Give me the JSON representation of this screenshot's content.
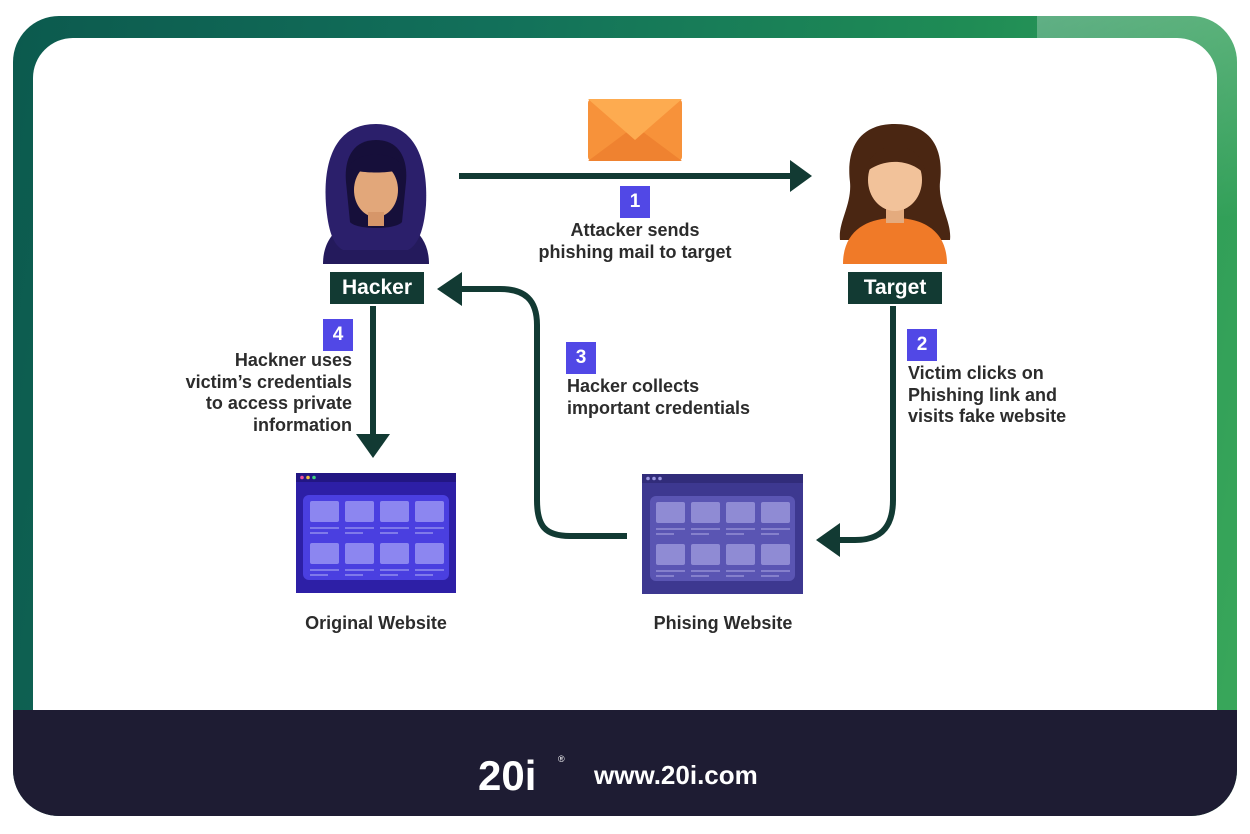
{
  "actors": {
    "hacker": {
      "label": "Hacker"
    },
    "target": {
      "label": "Target"
    }
  },
  "steps": [
    {
      "number": "1",
      "text": "Attacker sends\nphishing mail to target"
    },
    {
      "number": "2",
      "text": "Victim clicks on\nPhishing link and\nvisits fake website"
    },
    {
      "number": "3",
      "text": "Hacker collects\nimportant credentials"
    },
    {
      "number": "4",
      "text": "Hackner uses\nvictim’s credentials\nto access private\ninformation"
    }
  ],
  "websites": {
    "original": {
      "label": "Original Website"
    },
    "phishing": {
      "label": "Phising Website"
    }
  },
  "footer": {
    "logo_text": "20i",
    "url": "www.20i.com"
  },
  "colors": {
    "arrow": "#123a33",
    "step_badge": "#5148e6",
    "footer_bg": "#1e1c33",
    "envelope": "#f7923a",
    "original_site": "#2d1fa6",
    "phishing_site": "#3d3890"
  }
}
